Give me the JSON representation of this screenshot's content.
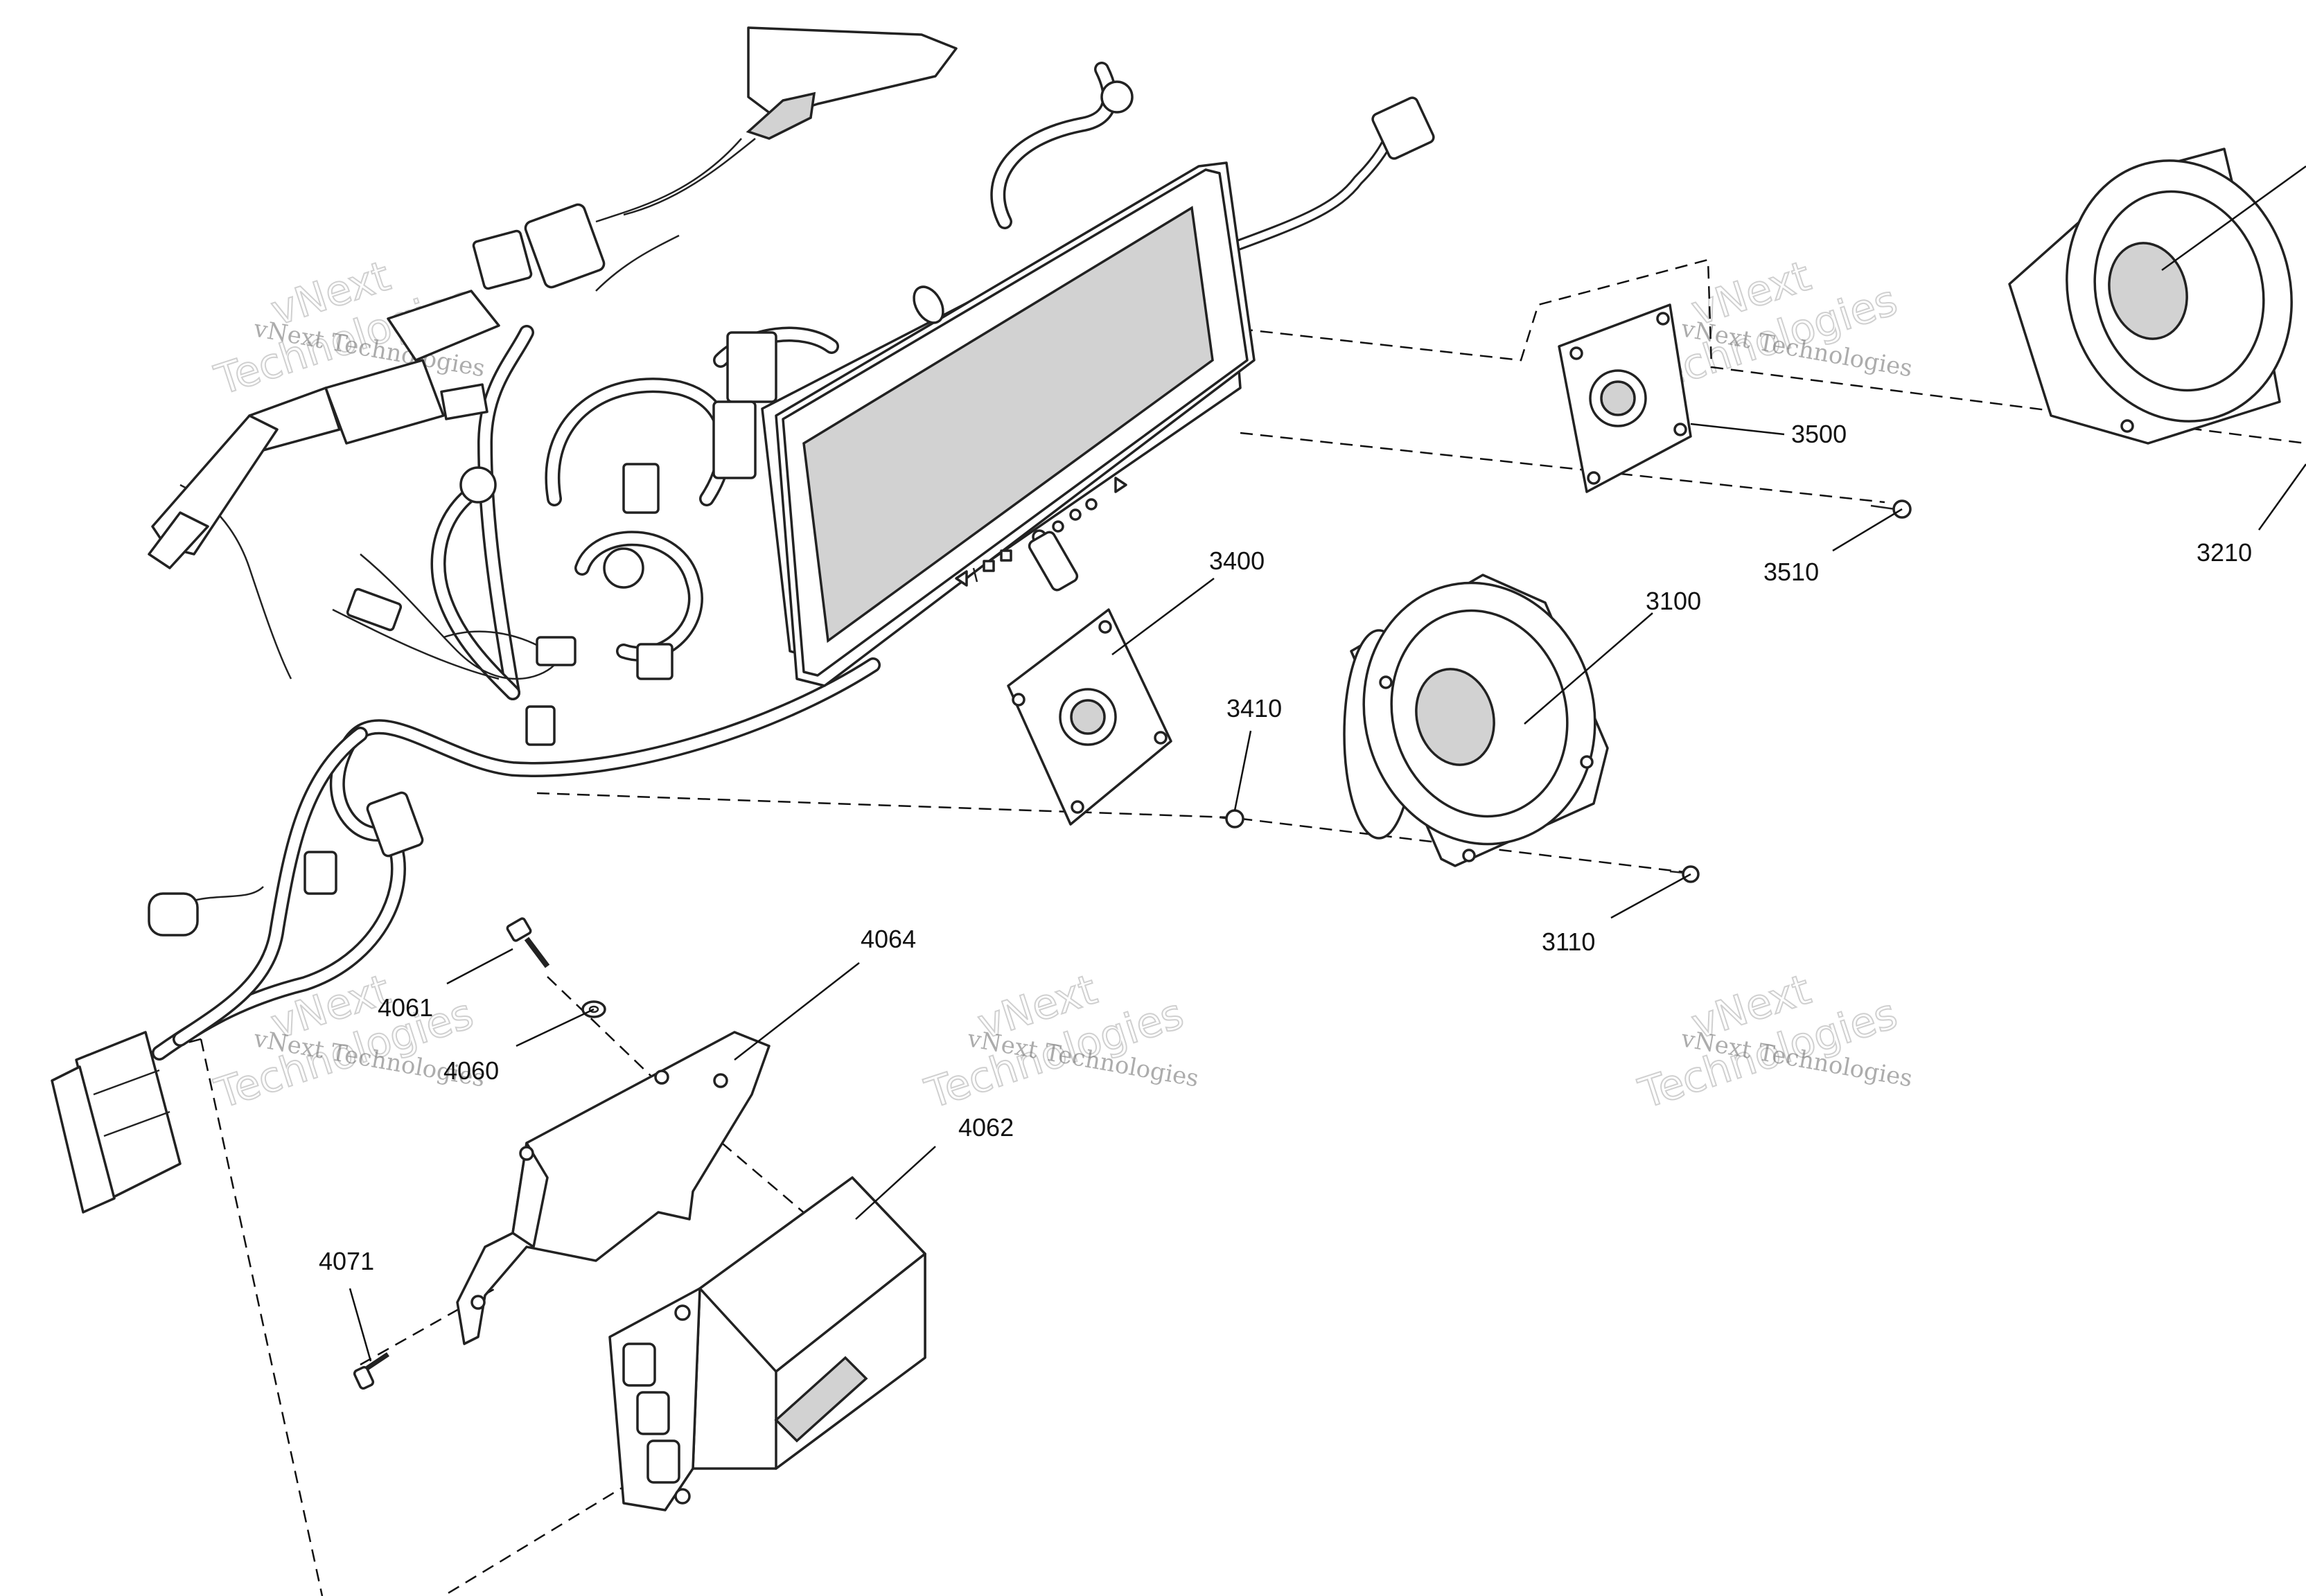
{
  "callouts": {
    "c3500": "3500",
    "c3510": "3510",
    "c3210": "3210",
    "c3400": "3400",
    "c3100": "3100",
    "c3410": "3410",
    "c3110": "3110",
    "c4064": "4064",
    "c4061": "4061",
    "c4060": "4060",
    "c4062": "4062",
    "c4071": "4071"
  },
  "watermark": {
    "brand": "vNext Technologies",
    "short": "vNext",
    "word": "Technologies"
  },
  "colors": {
    "line": "#222222",
    "screen": "#d2d2d2",
    "watermark": "#bdbdbd"
  }
}
